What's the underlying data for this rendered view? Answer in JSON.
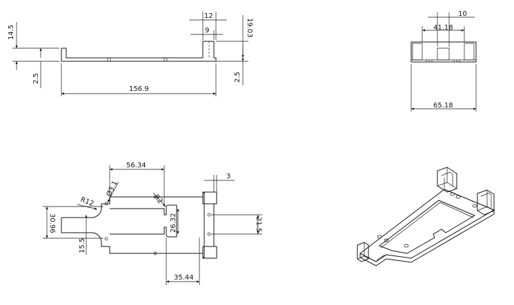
{
  "drawing": {
    "views": [
      {
        "name": "front-view",
        "dimensions": [
          "14.5",
          "2.5",
          "156.9",
          "12",
          "9",
          "19.03",
          "2.5"
        ]
      },
      {
        "name": "side-view",
        "dimensions": [
          "10",
          "41.18",
          "65.18"
        ]
      },
      {
        "name": "top-view",
        "dimensions": [
          "56.34",
          "3",
          "R12",
          "Ø3.1",
          "R2",
          "30.96",
          "15.5",
          "26.32",
          "21.5",
          "35.44"
        ]
      },
      {
        "name": "isometric-view",
        "dimensions": []
      }
    ]
  }
}
